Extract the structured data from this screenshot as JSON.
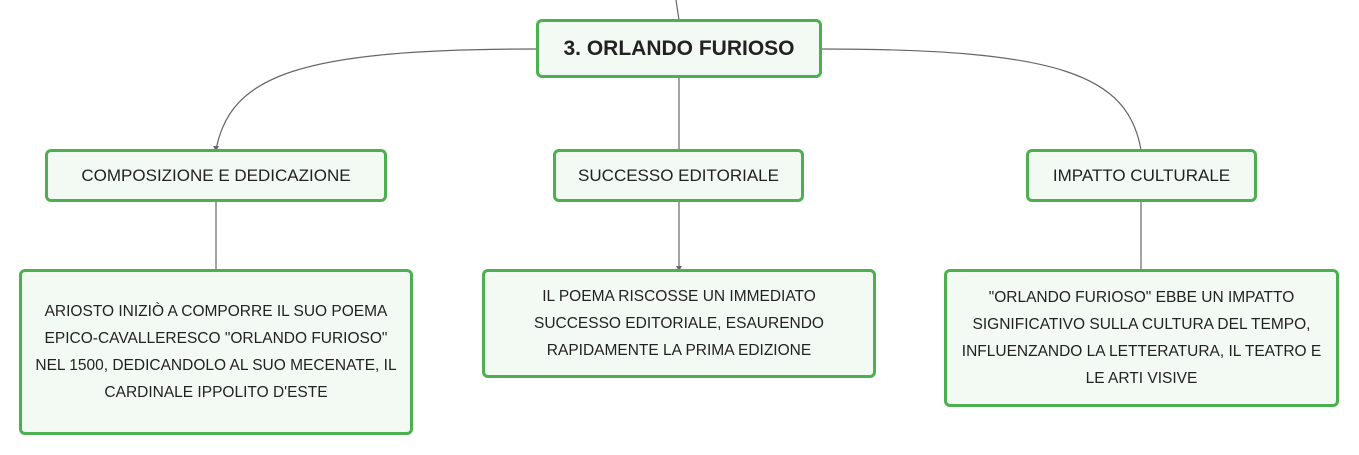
{
  "root": {
    "label": "3. ORLANDO FURIOSO"
  },
  "branches": [
    {
      "label": "COMPOSIZIONE E DEDICAZIONE",
      "detail": "ARIOSTO INIZIÒ A COMPORRE IL SUO POEMA EPICO-CAVALLERESCO \"ORLANDO FURIOSO\" NEL 1500, DEDICANDOLO AL SUO MECENATE, IL CARDINALE IPPOLITO D'ESTE"
    },
    {
      "label": "SUCCESSO EDITORIALE",
      "detail": "IL POEMA RISCOSSE UN IMMEDIATO SUCCESSO EDITORIALE, ESAURENDO RAPIDAMENTE LA PRIMA EDIZIONE"
    },
    {
      "label": "IMPATTO CULTURALE",
      "detail": "\"ORLANDO FURIOSO\" EBBE UN IMPATTO SIGNIFICATIVO SULLA CULTURA DEL TEMPO, INFLUENZANDO LA LETTERATURA, IL TEATRO E LE ARTI VISIVE"
    }
  ],
  "colors": {
    "border": "#4caf50",
    "fill": "#f3faf3",
    "line": "#666666"
  }
}
